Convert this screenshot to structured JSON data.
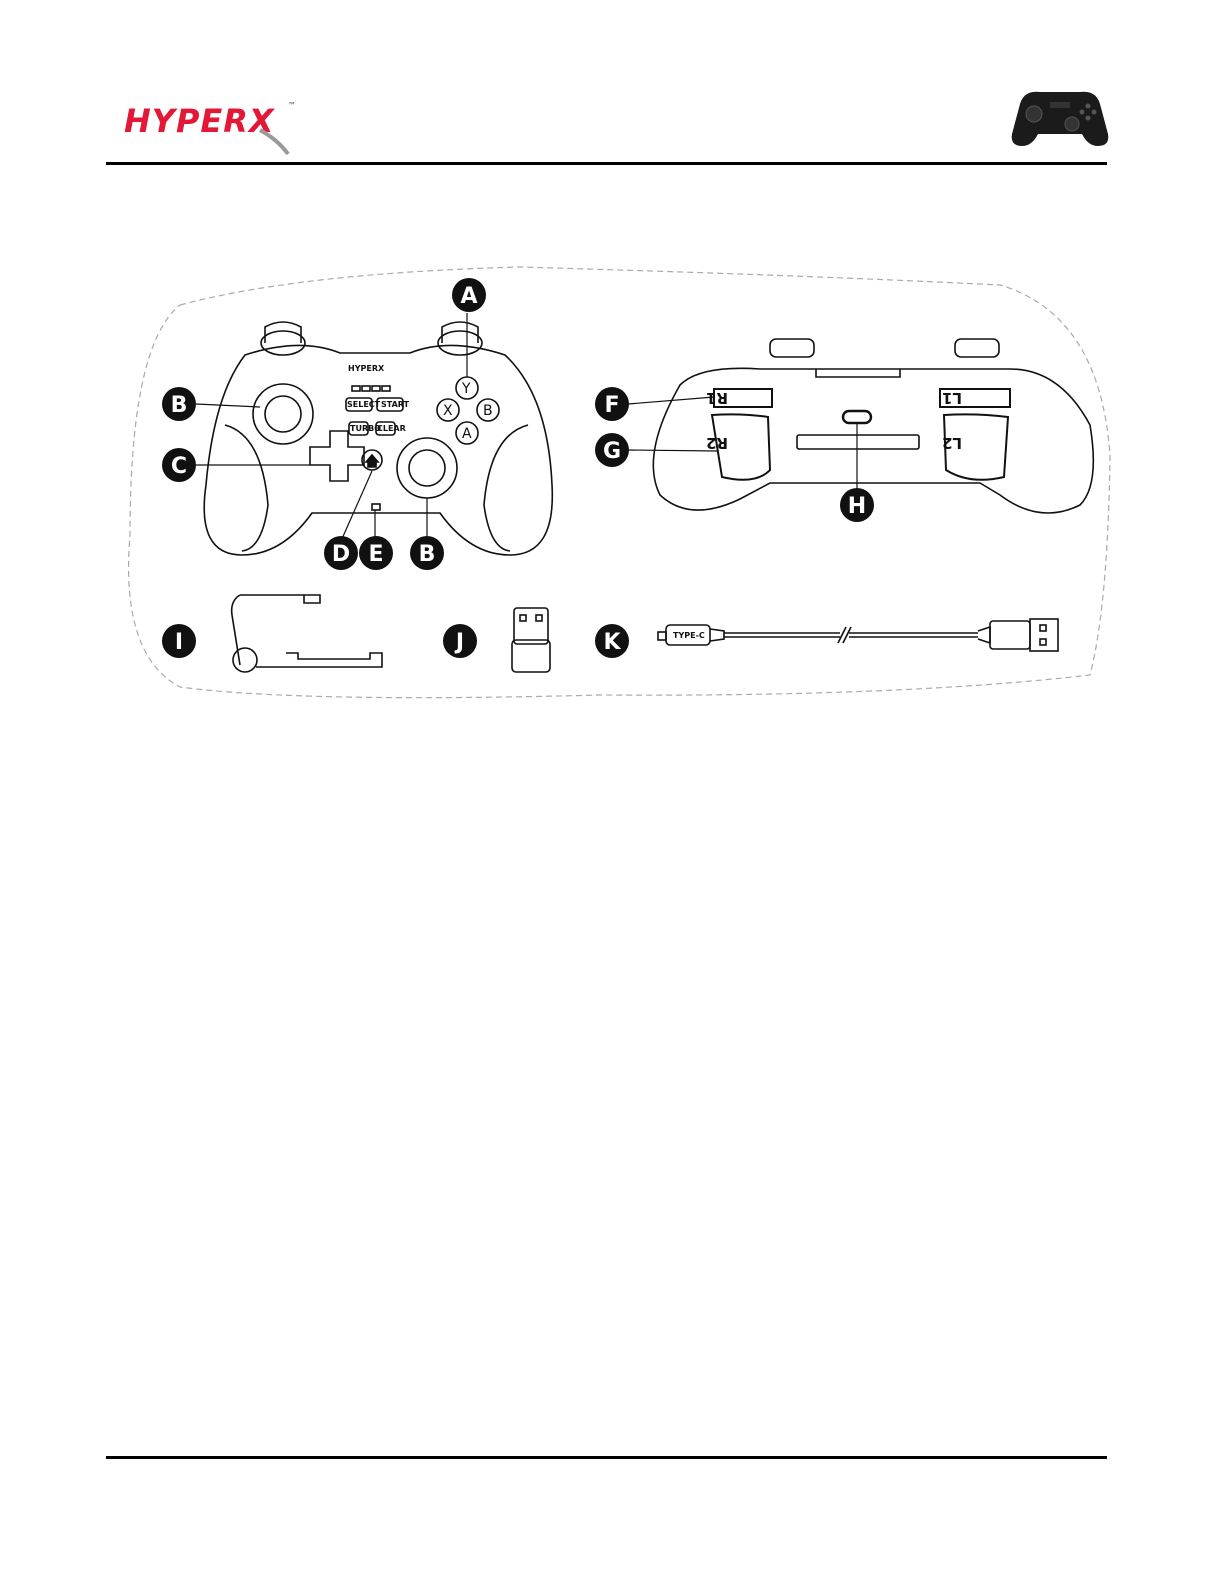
{
  "header": {
    "brand_logo_text": "HYPERX",
    "brand_trademark": "™",
    "brand_color": "#e31837"
  },
  "diagram": {
    "controller_front": {
      "logo": "HYPERX",
      "buttons": {
        "select": "SELECT",
        "start": "START",
        "turbo": "TURBO",
        "clear": "CLEAR",
        "y": "Y",
        "x": "X",
        "b": "B",
        "a": "A"
      }
    },
    "controller_top": {
      "triggers": {
        "r1": "R1",
        "r2": "R2",
        "l1": "L1",
        "l2": "L2"
      }
    },
    "cable": {
      "connector_label": "TYPE-C"
    },
    "callouts": {
      "a": "A",
      "b_left": "B",
      "c": "C",
      "d": "D",
      "e": "E",
      "b_bottom": "B",
      "f": "F",
      "g": "G",
      "h": "H",
      "i": "I",
      "j": "J",
      "k": "K"
    }
  }
}
